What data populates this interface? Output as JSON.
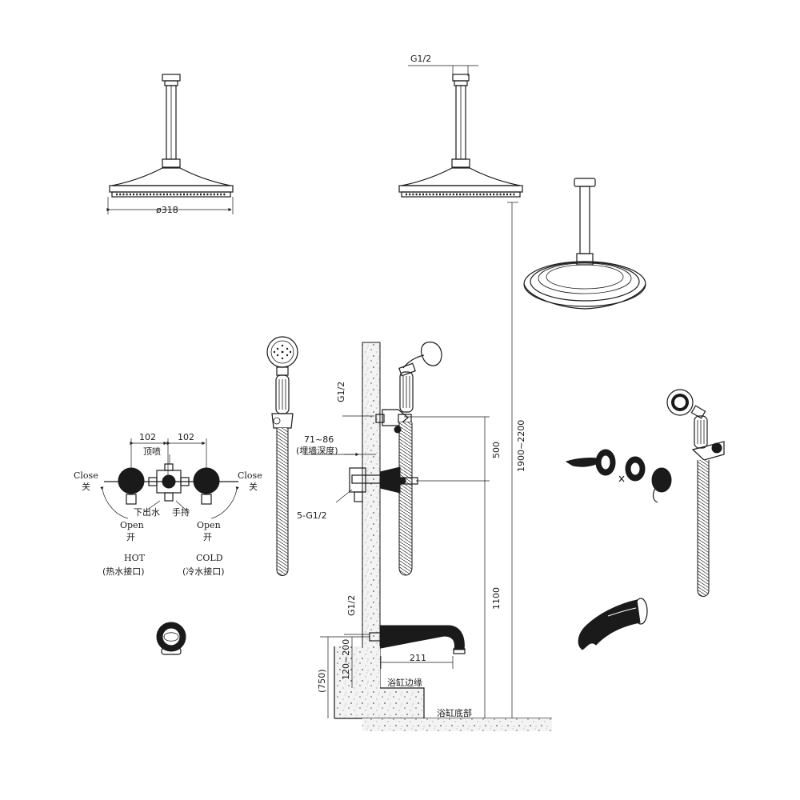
{
  "labels": {
    "diameter_318": "ø318",
    "g12_top": "G1/2",
    "g12_wall": "G1/2",
    "g12_spout": "G1/2",
    "depth_range": "71~86",
    "depth_cn": "(埋墙深度)",
    "five_g12": "5-G1/2",
    "dim_500": "500",
    "dim_1900_2200": "1900~2200",
    "dim_1100": "1100",
    "dim_120_200": "120~200",
    "dim_750": "(750)",
    "dim_211": "211",
    "tub_edge": "浴缸边缘",
    "tub_bottom": "浴缸底部",
    "dim_102_left": "102",
    "dim_102_right": "102",
    "top_spray": "顶喷",
    "lower_outlet": "下出水",
    "handheld": "手持",
    "close_left": "Close",
    "close_left_cn": "关",
    "close_right": "Close",
    "close_right_cn": "关",
    "open_left": "Open",
    "open_left_cn": "开",
    "open_right": "Open",
    "open_right_cn": "开",
    "hot": "HOT",
    "hot_cn": "(热水接口)",
    "cold": "COLD",
    "cold_cn": "(冷水接口)"
  }
}
